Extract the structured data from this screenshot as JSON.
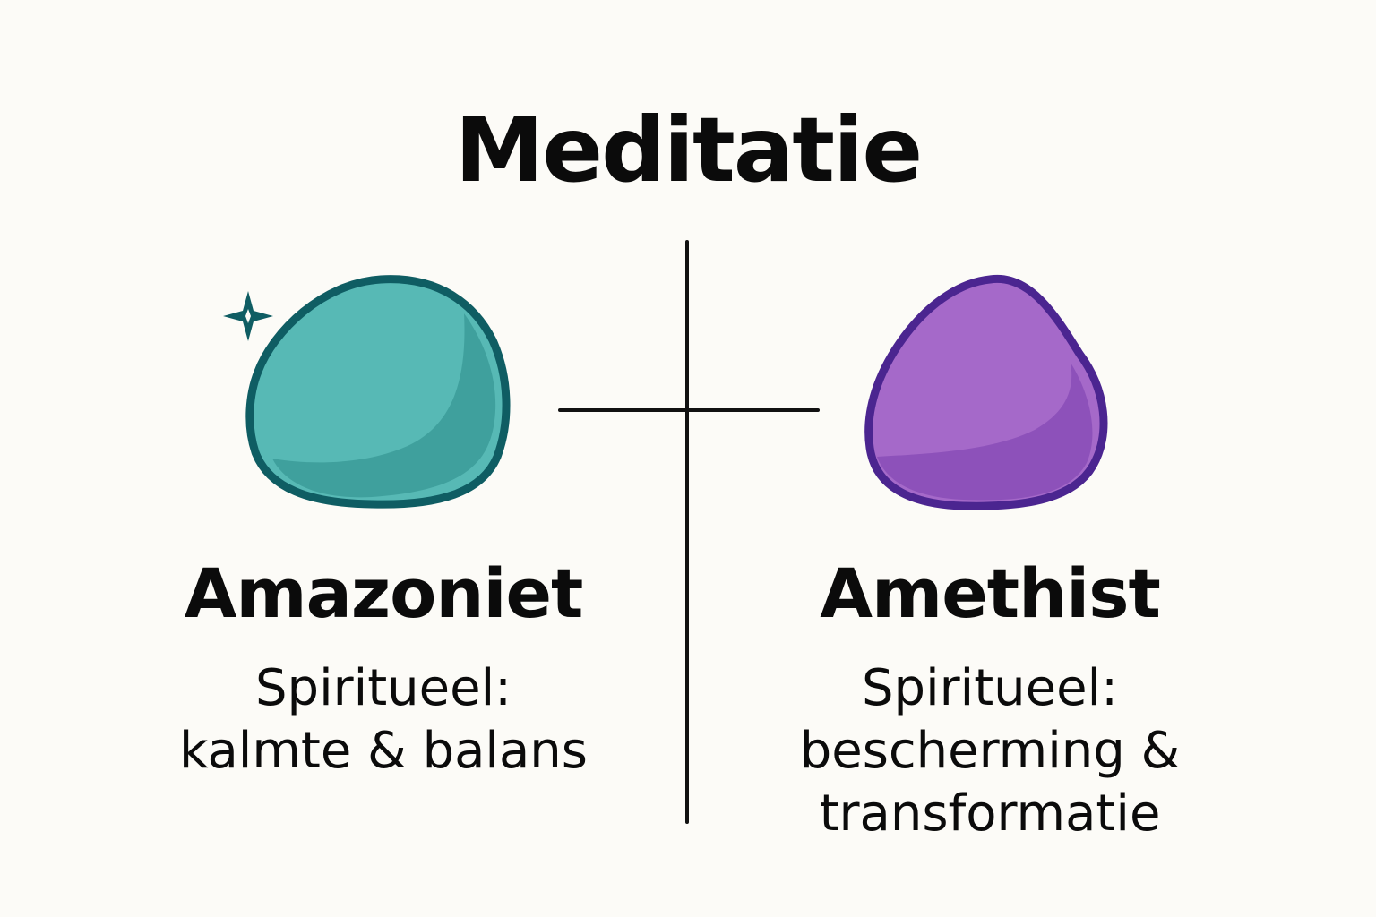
{
  "title": "Meditatie",
  "colors": {
    "amazonite_fill": "#57b9b5",
    "amazonite_shade": "#3d9d9a",
    "amazonite_outline": "#0f5d63",
    "amethyst_fill": "#a569c9",
    "amethyst_shade": "#8b4fb8",
    "amethyst_outline": "#4b2590",
    "sparkle": "#0f5d63",
    "text": "#0b0b0b",
    "background": "#fcfbf7"
  },
  "left": {
    "name": "Amazoniet",
    "description_line1": "Spiritueel:",
    "description_line2": "kalmte & balans",
    "icon": "amazonite-stone-icon"
  },
  "right": {
    "name": "Amethist",
    "description_line1": "Spiritueel:",
    "description_line2": "bescherming &",
    "description_line3": "transformatie",
    "icon": "amethyst-stone-icon"
  }
}
